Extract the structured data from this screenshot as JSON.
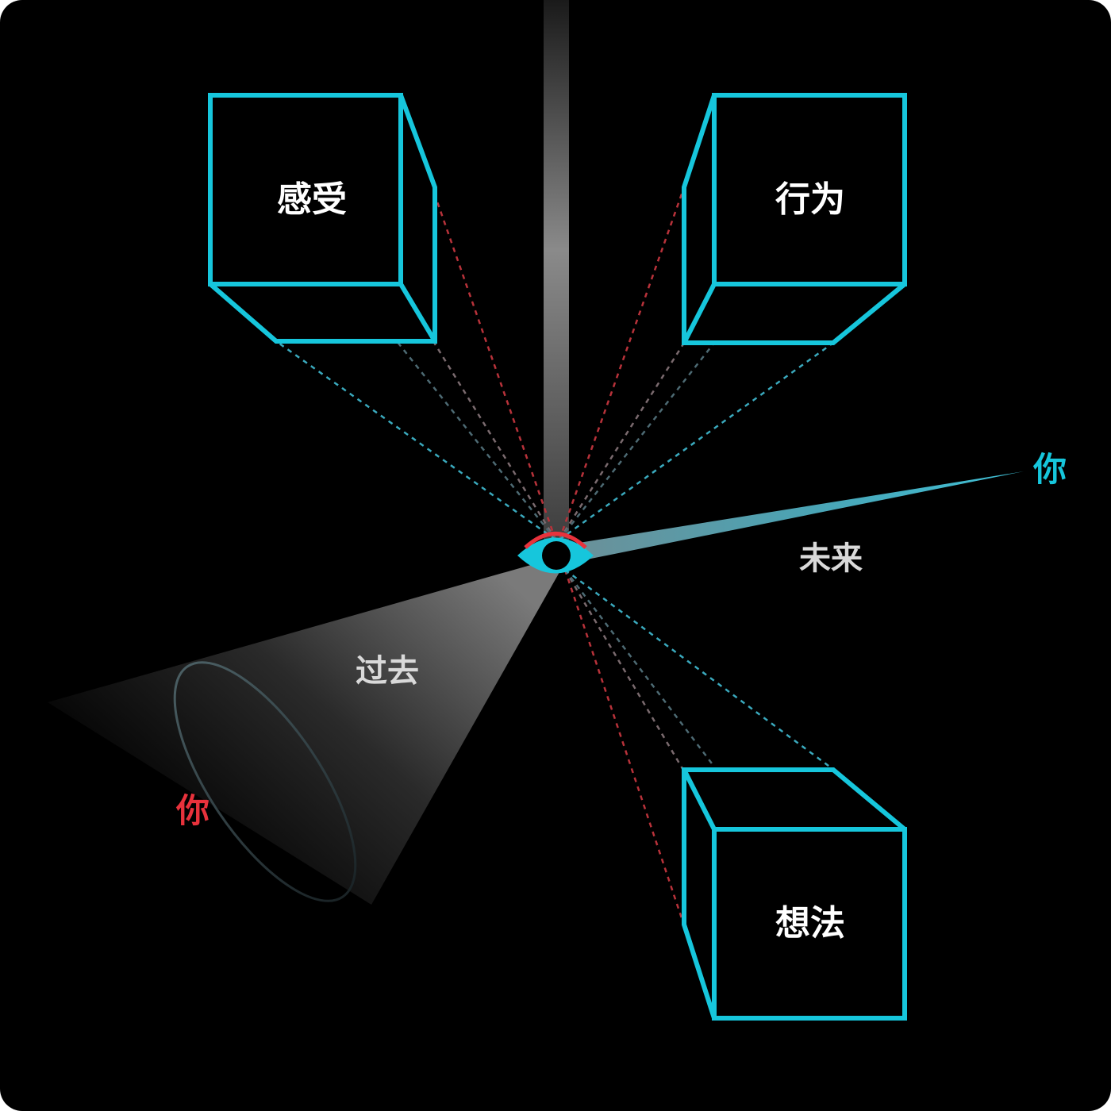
{
  "cubes": {
    "feeling": {
      "label": "感受"
    },
    "behavior": {
      "label": "行为"
    },
    "thought": {
      "label": "想法"
    }
  },
  "timeline": {
    "past": "过去",
    "future": "未来"
  },
  "you": {
    "future": "你",
    "past": "你"
  },
  "colors": {
    "background": "#000000",
    "cube_outline": "#16c6dc",
    "eye_iris": "#16c6dc",
    "eye_lid": "#e8323c",
    "you_future": "#16c6dc",
    "you_past": "#e8323c",
    "sightline_red": "#b8323a",
    "sightline_cyan": "#3aa9bd",
    "text_label": "#ffffff",
    "time_label": "#d9d9d9"
  },
  "icons": {
    "eye": "eye-icon"
  }
}
